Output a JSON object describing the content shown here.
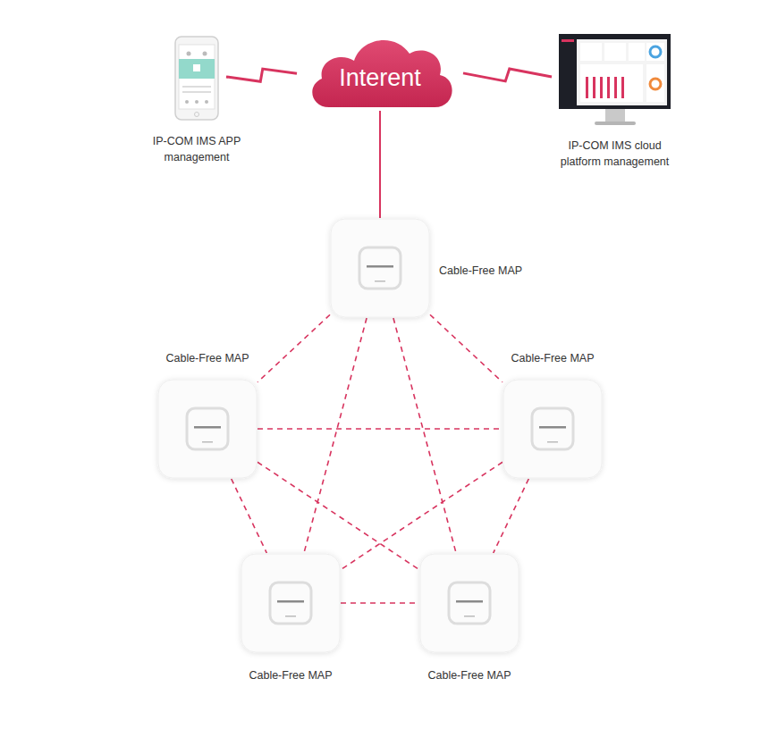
{
  "diagram": {
    "nodes": [
      {
        "text": [
          "IP-COM IMS APP management"
        ]
      },
      {
        "text": [
          "Interent"
        ]
      },
      {
        "text": [
          "IP-COM IMS cloud platform management"
        ]
      },
      {
        "text": [
          "Cable-Free MAP"
        ]
      },
      {
        "text": [
          "Cable-Free MAP"
        ]
      },
      {
        "text": [
          "Cable-Free MAP"
        ]
      },
      {
        "text": [
          "Cable-Free MAP"
        ]
      },
      {
        "text": [
          "Cable-Free MAP"
        ]
      }
    ],
    "edges": [
      {
        "from": 0,
        "to": 1,
        "arrow": "none"
      },
      {
        "from": 1,
        "to": 2,
        "arrow": "none"
      },
      {
        "from": 1,
        "to": 3,
        "arrow": "none"
      },
      {
        "from": 3,
        "to": 4,
        "arrow": "none"
      },
      {
        "from": 3,
        "to": 5,
        "arrow": "none"
      },
      {
        "from": 3,
        "to": 6,
        "arrow": "none"
      },
      {
        "from": 3,
        "to": 7,
        "arrow": "none"
      },
      {
        "from": 4,
        "to": 5,
        "arrow": "none"
      },
      {
        "from": 4,
        "to": 6,
        "arrow": "none"
      },
      {
        "from": 4,
        "to": 7,
        "arrow": "none"
      },
      {
        "from": 5,
        "to": 6,
        "arrow": "none"
      },
      {
        "from": 5,
        "to": 7,
        "arrow": "none"
      },
      {
        "from": 6,
        "to": 7,
        "arrow": "none"
      }
    ]
  }
}
